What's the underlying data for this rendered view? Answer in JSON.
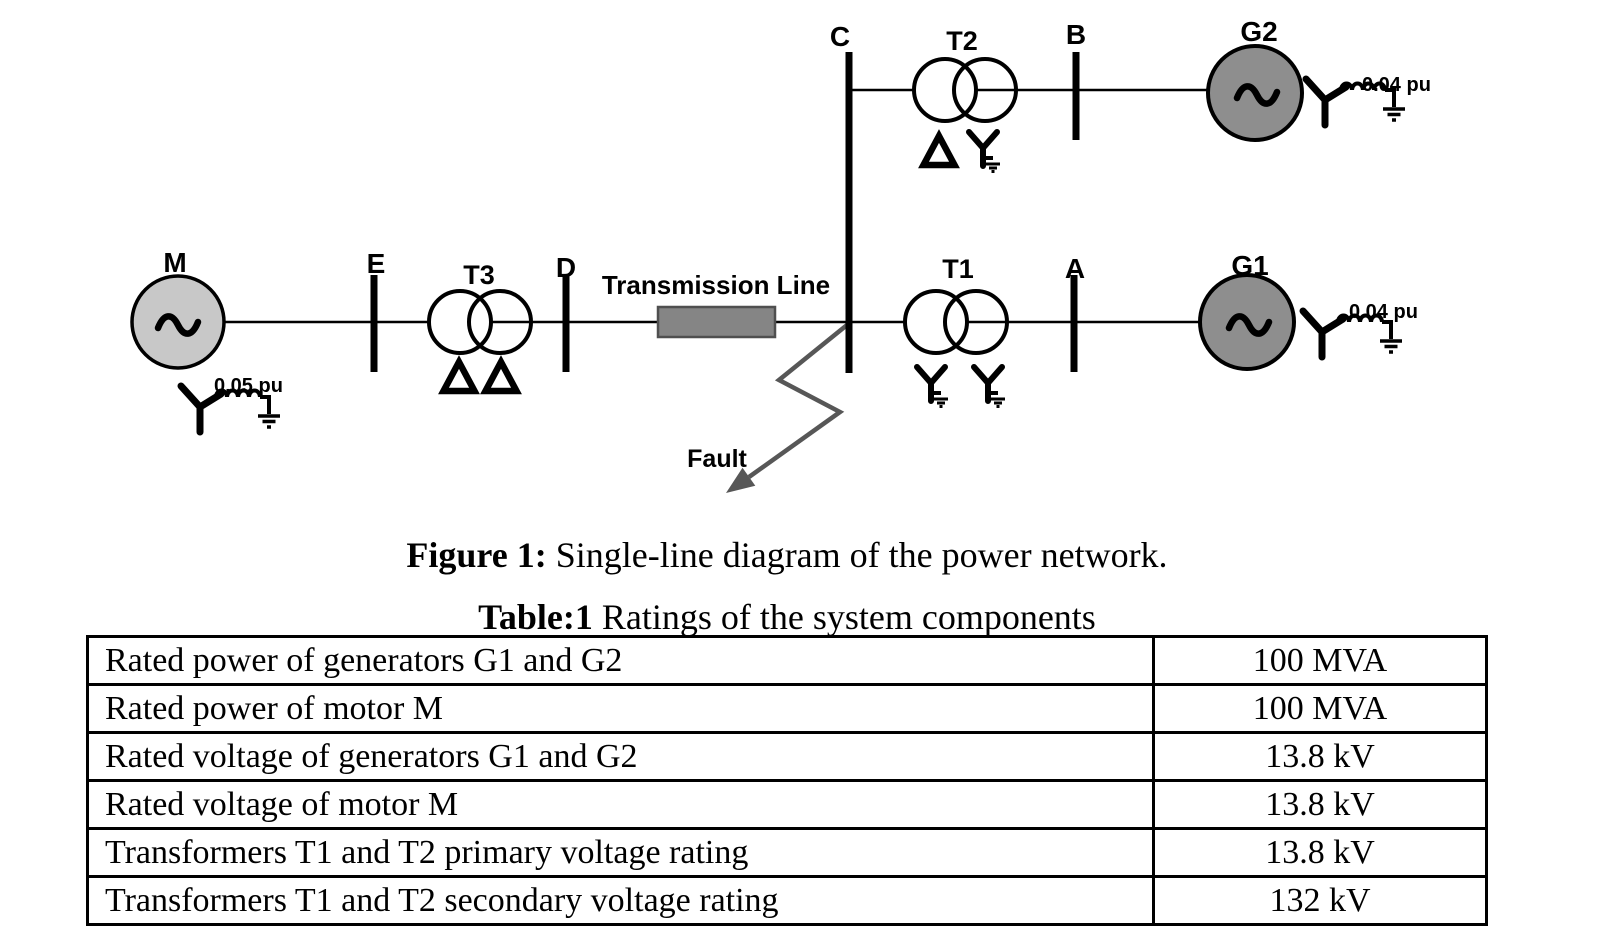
{
  "figure": {
    "caption_prefix": "Figure 1:",
    "caption_text": " Single-line diagram of the power network.",
    "labels": {
      "motor": "M",
      "bus_e": "E",
      "t3": "T3",
      "bus_d": "D",
      "transmission_line": "Transmission Line",
      "bus_c": "C",
      "t2": "T2",
      "bus_b": "B",
      "g2": "G2",
      "t1": "T1",
      "bus_a": "A",
      "g1": "G1",
      "fault": "Fault",
      "motor_reactance": "0.05 pu",
      "g1_reactance": "0.04 pu",
      "g2_reactance": "0.04 pu"
    },
    "colors": {
      "motor_fill": "#c8c8c8",
      "generator_fill": "#8e8e8e",
      "line_box_fill": "#858585",
      "line_box_border": "#4f4f4f",
      "fault_arrow": "#575757",
      "ink": "#000000"
    }
  },
  "table": {
    "title_prefix": "Table:1",
    "title_text": " Ratings of the system components",
    "rows": [
      {
        "label": "Rated power of generators G1 and G2",
        "value": "100 MVA"
      },
      {
        "label": "Rated power of motor M",
        "value": "100 MVA"
      },
      {
        "label": "Rated voltage of generators G1 and G2",
        "value": "13.8 kV"
      },
      {
        "label": "Rated voltage of motor M",
        "value": "13.8 kV"
      },
      {
        "label": "Transformers T1 and T2 primary voltage rating",
        "value": "13.8 kV"
      },
      {
        "label": "Transformers T1 and T2 secondary voltage rating",
        "value": "132 kV"
      }
    ]
  }
}
